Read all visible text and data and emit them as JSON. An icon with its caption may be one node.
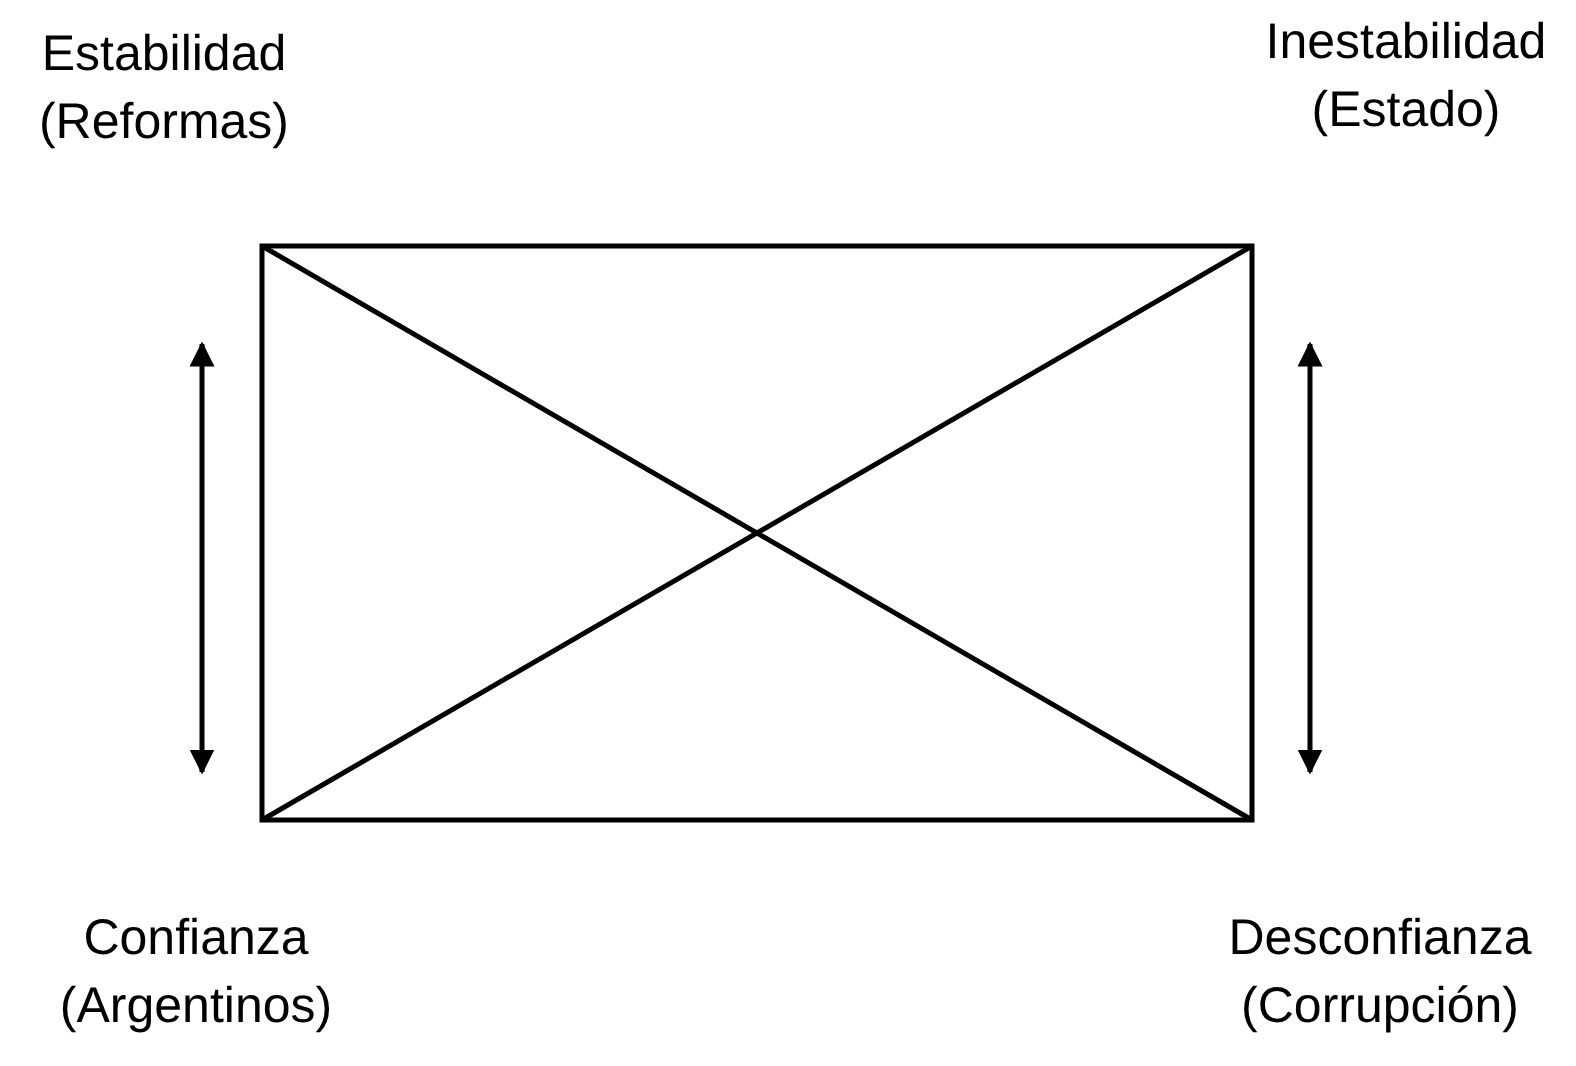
{
  "diagram": {
    "labels": [
      "Estabilidad (Reformas)",
      "Inestabilidad (Estado)",
      "Confianza (Argentinos)",
      "Desconfianza (Corrupción)"
    ]
  }
}
